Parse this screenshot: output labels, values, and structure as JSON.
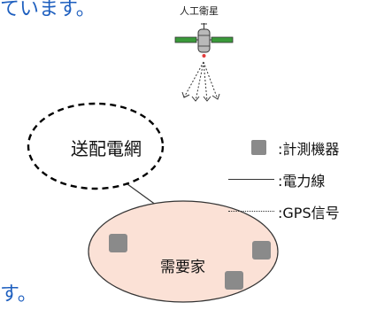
{
  "snippets": {
    "top": "ています。",
    "bottom": "す。"
  },
  "satellite": {
    "label": "人工衛星",
    "icon": "satellite-icon"
  },
  "grid": {
    "label": "送配電網"
  },
  "consumer": {
    "label": "需要家"
  },
  "legend": {
    "device": ":計測機器",
    "power_line": ":電力線",
    "gps_signal": ":GPS信号"
  },
  "colors": {
    "text_blue": "#1e5fbf",
    "consumer_fill": "#fbe1d6",
    "device_gray": "#8a8a8a",
    "satellite_panel": "#3a9a3a"
  }
}
